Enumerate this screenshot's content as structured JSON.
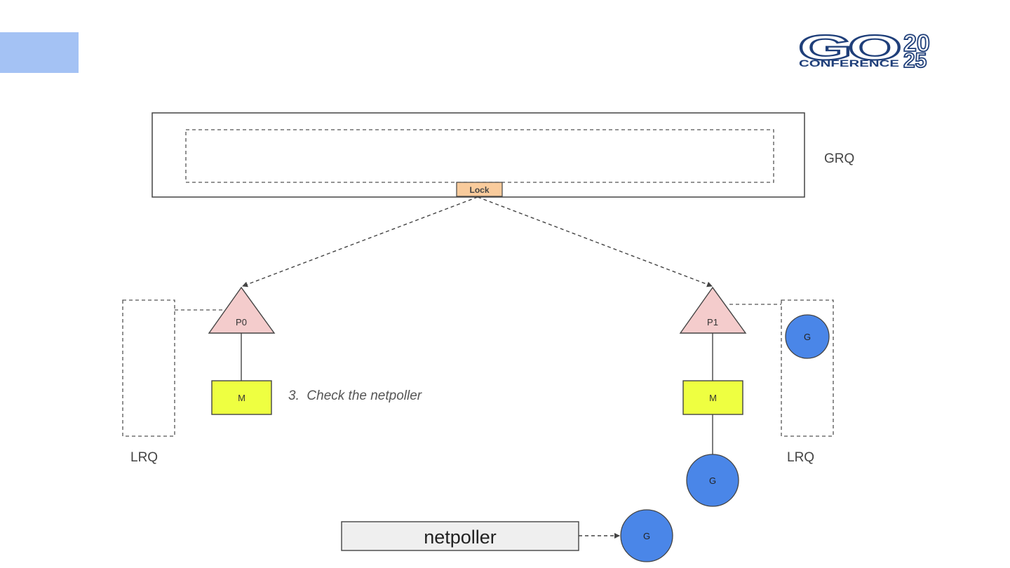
{
  "logo": {
    "letters": "GO",
    "year_top": "20",
    "year_bottom": "25",
    "subtitle": "CONFERENCE",
    "color": "#1f3f7a"
  },
  "diagram": {
    "grq_label": "GRQ",
    "lock_label": "Lock",
    "p0_label": "P0",
    "p1_label": "P1",
    "m_left_label": "M",
    "m_right_label": "M",
    "lrq_left_label": "LRQ",
    "lrq_right_label": "LRQ",
    "g_in_lrq_label": "G",
    "g_running_label": "G",
    "g_netpoll_label": "G",
    "netpoller_label": "netpoller",
    "step_text": "3.  Check the netpoller"
  },
  "colors": {
    "accent": "#a4c2f4",
    "p_fill": "#f4cccc",
    "m_fill": "#eeff41",
    "g_fill": "#4a86e8",
    "lock_fill": "#f9cb9c",
    "netpoller_fill": "#efefef",
    "stroke": "#444444"
  }
}
